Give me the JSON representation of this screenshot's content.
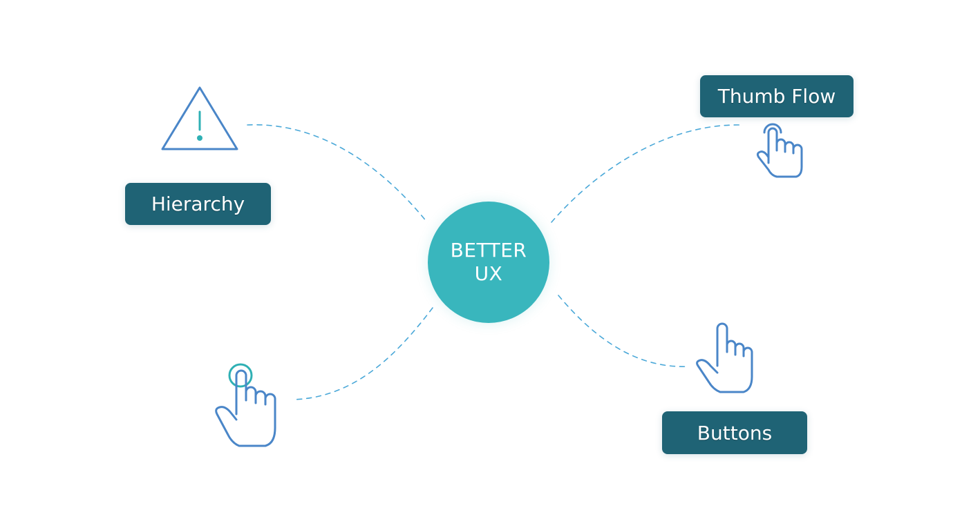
{
  "colors": {
    "hub": "#39b6bd",
    "label_background": "#1f6375",
    "connector": "#4aa8d8",
    "icon_stroke": "#4a86c8",
    "icon_accent": "#2fb0b4"
  },
  "hub": {
    "line1": "BETTER",
    "line2": "UX"
  },
  "labels": {
    "hierarchy": "Hierarchy",
    "thumb_flow": "Thumb Flow",
    "buttons": "Buttons"
  },
  "icons": {
    "warning": "warning-triangle-icon",
    "hand_top_right": "tap-hand-icon",
    "hand_bottom_left": "tap-ripple-hand-icon",
    "hand_bottom_right": "pointing-hand-icon"
  }
}
